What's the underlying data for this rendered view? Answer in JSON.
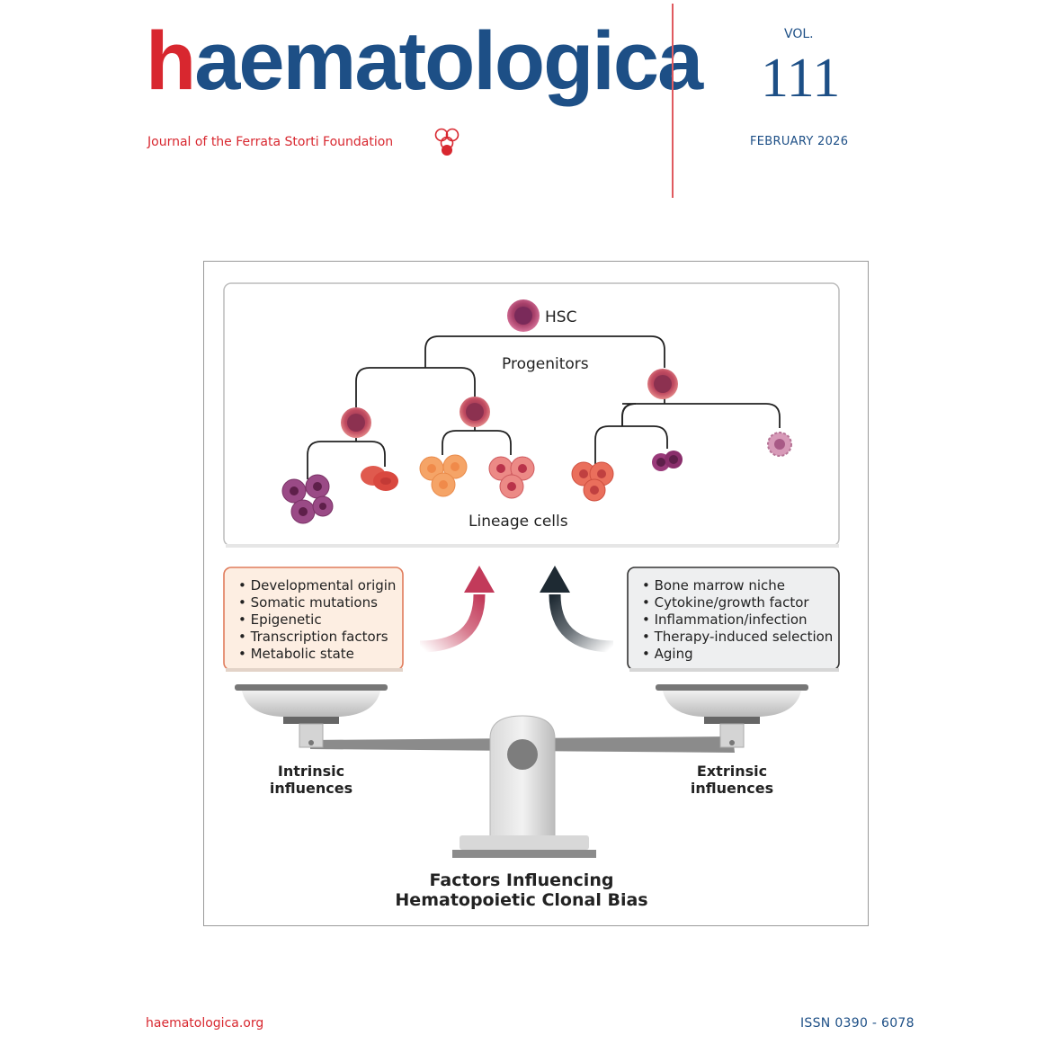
{
  "journal": {
    "title_initial": "h",
    "title_rest": "aematologica",
    "subtitle": "Journal of the Ferrata Storti Foundation"
  },
  "issue": {
    "volume_label": "VOL.",
    "volume_number": "111",
    "date": "FEBRUARY 2026"
  },
  "figure": {
    "hsc_label": "HSC",
    "progenitors_label": "Progenitors",
    "lineage_label": "Lineage cells",
    "intrinsic_factors": [
      "• Developmental origin",
      "• Somatic mutations",
      "• Epigenetic",
      "• Transcription factors",
      "• Metabolic state"
    ],
    "extrinsic_factors": [
      "• Bone marrow niche",
      "• Cytokine/growth factor",
      "• Inflammation/infection",
      "• Therapy-induced selection",
      "• Aging"
    ],
    "intrinsic_label": [
      "Intrinsic",
      "influences"
    ],
    "extrinsic_label": [
      "Extrinsic",
      "influences"
    ],
    "caption": [
      "Factors Influencing",
      "Hematopoietic Clonal Bias"
    ]
  },
  "footer": {
    "url": "haematologica.org",
    "issn": "ISSN 0390 - 6078"
  },
  "colors": {
    "brand_blue": "#1d4f86",
    "brand_red": "#d8272f",
    "intrinsic_box_fill": "#fdeee2",
    "intrinsic_box_border": "#e07c5c",
    "extrinsic_box_fill": "#eeeff0",
    "arrow_intrinsic": "#c23a5a",
    "arrow_extrinsic": "#1e2a33"
  },
  "icons": [
    "ferrata-storti-logo-icon"
  ]
}
